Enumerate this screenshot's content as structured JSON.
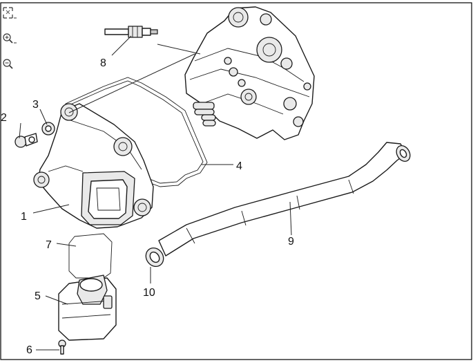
{
  "toolbar": {
    "fit_icon": "fit-to-window-icon",
    "zoom_in_icon": "zoom-in-icon",
    "zoom_out_icon": "zoom-out-icon"
  },
  "callouts": {
    "c1": "1",
    "c2": "2",
    "c3": "3",
    "c4": "4",
    "c5": "5",
    "c6": "6",
    "c7": "7",
    "c8": "8",
    "c9": "9",
    "c10": "10"
  },
  "colors": {
    "line": "#1a1a1a",
    "frame": "#000000",
    "background": "#ffffff"
  }
}
